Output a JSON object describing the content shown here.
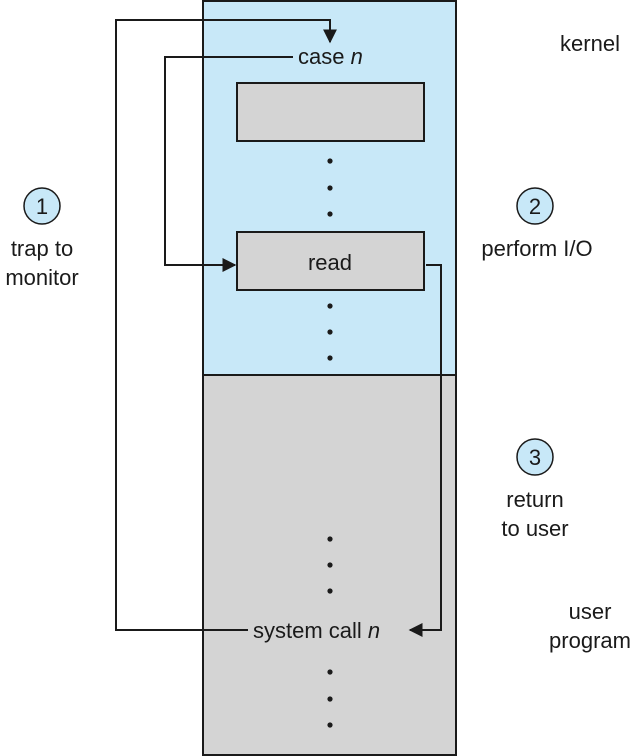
{
  "regions": {
    "kernel_label": "kernel",
    "user_label_line1": "user",
    "user_label_line2": "program"
  },
  "kernel_column": {
    "case_prefix": "case ",
    "case_var": "n",
    "read_label": "read"
  },
  "user_column": {
    "syscall_prefix": "system call ",
    "syscall_var": "n"
  },
  "steps": [
    {
      "number": "1",
      "line1": "trap to",
      "line2": "monitor"
    },
    {
      "number": "2",
      "line1": "perform I/O",
      "line2": ""
    },
    {
      "number": "3",
      "line1": "return",
      "line2": "to user"
    }
  ],
  "colors": {
    "kernel_fill": "#c8e8f8",
    "user_fill": "#d4d4d4",
    "box_fill": "#d4d4d4",
    "circle_fill": "#c8e8f8",
    "stroke": "#1a1a1a"
  }
}
